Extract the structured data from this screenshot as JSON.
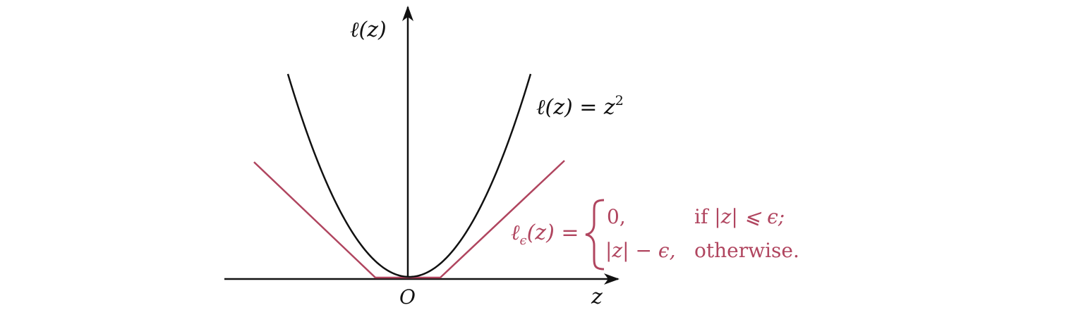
{
  "colors": {
    "axis": "#111111",
    "square_loss": "#111111",
    "eps_loss": "#b0455f"
  },
  "axes": {
    "y_label_main": "ℓ",
    "y_label_arg": "(z)",
    "x_label": "z",
    "origin_label": "O"
  },
  "curves": {
    "square": {
      "label_lhs": "ℓ(z) = z",
      "label_exp": "2"
    },
    "eps_insensitive": {
      "label_main": "ℓ",
      "label_sub": "ϵ",
      "label_rest": "(z) =",
      "case1_value": "0,",
      "case1_condition_prefix": "if ",
      "case1_condition": "|z| ⩽ ϵ;",
      "case2_value": "|z| − ϵ,",
      "case2_condition": "otherwise."
    }
  }
}
